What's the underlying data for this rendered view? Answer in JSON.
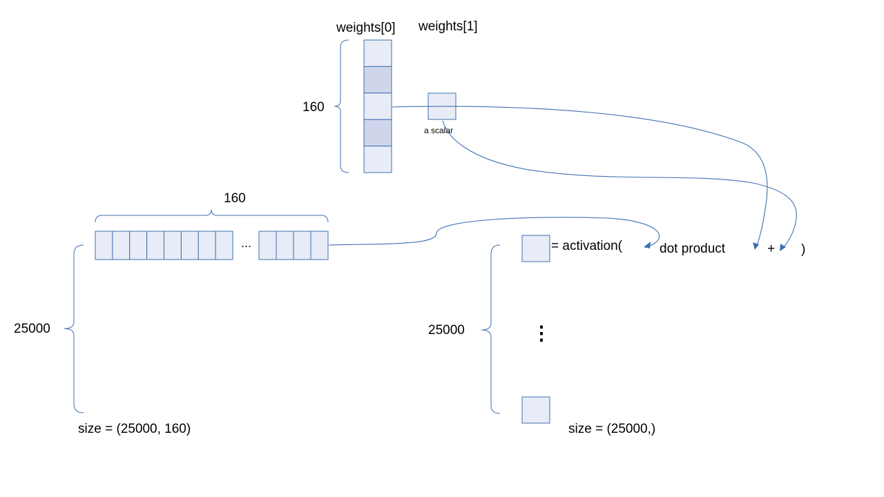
{
  "colors": {
    "cell_fill_light": "#e8ecf6",
    "cell_fill_dark": "#cfd6eb",
    "stroke": "#3e6fb0",
    "text": "#000000"
  },
  "weights_column": {
    "label": "weights[0]",
    "dimension_label": "160",
    "cells": [
      "light",
      "dark",
      "light",
      "dark",
      "light"
    ]
  },
  "bias": {
    "label": "weights[1]",
    "caption": "a scalar"
  },
  "input_matrix": {
    "width_label": "160",
    "height_label": "25000",
    "ellipsis": "...",
    "size_label": "size = (25000, 160)"
  },
  "output_vector": {
    "height_label": "25000",
    "ellipsis": "⋮",
    "size_label": "size = (25000,)"
  },
  "formula": {
    "activation_text": "= activation(",
    "dot_product_text": "dot product",
    "plus_text": "+",
    "close_paren_text": ")"
  }
}
